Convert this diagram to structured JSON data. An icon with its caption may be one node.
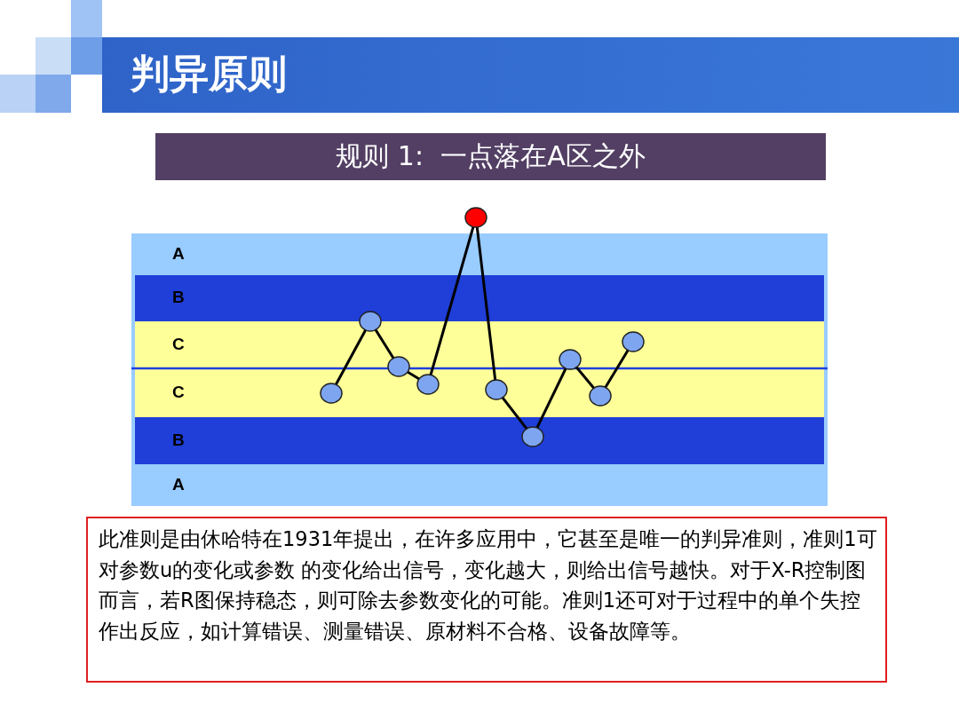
{
  "diagram": {
    "title": "判异原则",
    "nodes": [
      {
        "text": [
          "规则 1:  一点落在A区之外"
        ]
      },
      {
        "text": [
          "此准则是由休哈特在1931年提出，在许多应用中，它甚至是唯一的判异准则，准则1可对参数u的变化或参数 的变化给出信号，变化越大，则给出信号越快。对于X-R控制图而言，若R图保持稳态，则可除去参数变化的可能。准则1还可对于过程中的单个失控作出反应，如计算错误、测量错误、原材料不合格、设备故障等。"
        ]
      }
    ],
    "labels": [
      "A",
      "B",
      "C",
      "C",
      "B",
      "A"
    ]
  }
}
